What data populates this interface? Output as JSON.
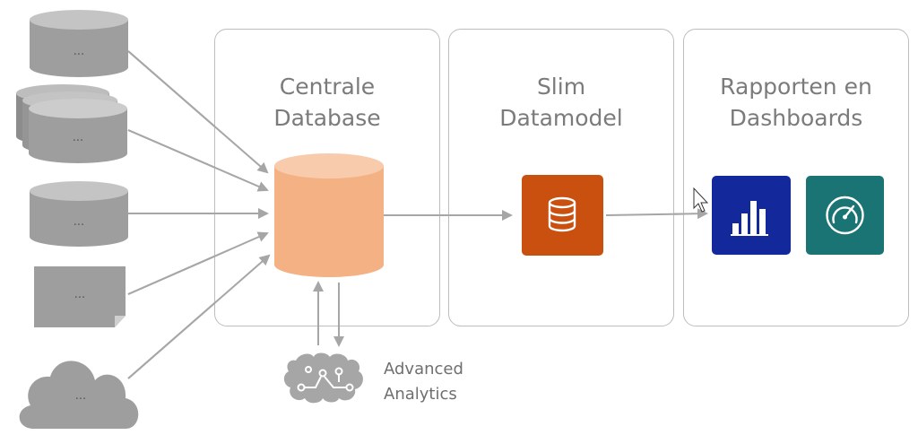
{
  "panels": [
    {
      "title": "Centrale\nDatabase"
    },
    {
      "title": "Slim\nDatamodel"
    },
    {
      "title": "Rapporten en\nDashboards"
    }
  ],
  "sources": [
    {
      "type": "database",
      "label": "..."
    },
    {
      "type": "database-stack",
      "label": "..."
    },
    {
      "type": "database",
      "label": "..."
    },
    {
      "type": "document",
      "label": "..."
    },
    {
      "type": "cloud",
      "label": "..."
    }
  ],
  "analytics": {
    "label": "Advanced\nAnalytics",
    "icon": "brain-circuit-icon"
  },
  "datamodel": {
    "icon": "database-icon",
    "color": "#c9500f"
  },
  "reports": {
    "icon": "bar-chart-icon",
    "color": "#13289a"
  },
  "dashboards": {
    "icon": "gauge-icon",
    "color": "#1a7474"
  },
  "colors": {
    "central_db": "#f4b183",
    "gray_shape": "#9e9e9e",
    "arrow": "#a6a6a6"
  }
}
